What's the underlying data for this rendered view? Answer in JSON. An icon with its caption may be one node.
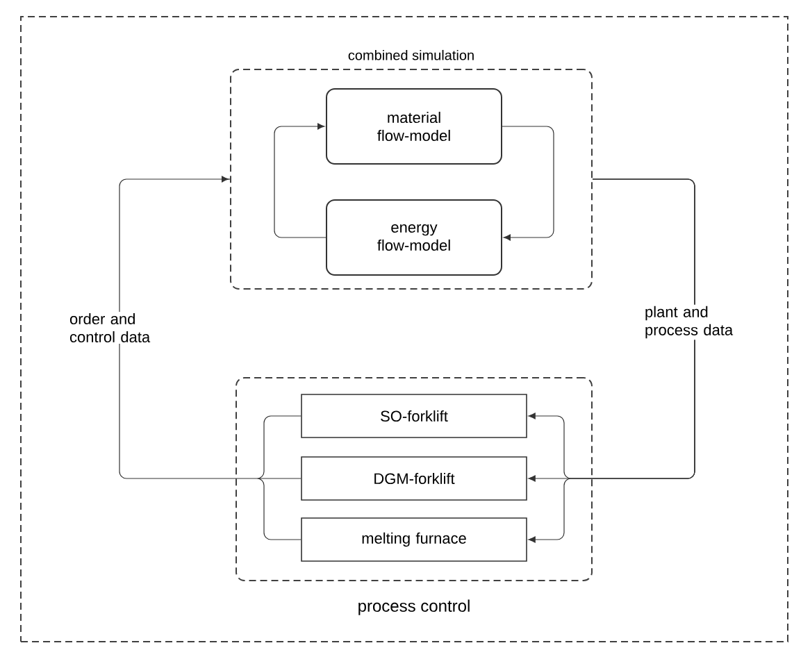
{
  "diagram": {
    "nodes": [
      {
        "text": [],
        "shape": "box"
      },
      {
        "text": [
          "combined simulation"
        ],
        "in": 0
      },
      {
        "text": [
          "material flow-model"
        ],
        "in": 1
      },
      {
        "text": [
          "energy flow-model"
        ],
        "in": 1
      },
      {
        "text": [
          "process control"
        ],
        "in": 0
      },
      {
        "text": [
          "SO-forklift"
        ],
        "in": 4
      },
      {
        "text": [
          "DGM-forklift"
        ],
        "in": 4
      },
      {
        "text": [
          "melting furnace"
        ],
        "in": 4
      }
    ],
    "edges": [
      {
        "from": 2,
        "to": 3,
        "arrow": "to"
      },
      {
        "from": 3,
        "to": 2,
        "arrow": "to"
      },
      {
        "from": 5,
        "to": 1,
        "arrow": "to"
      },
      {
        "from": 6,
        "to": 1,
        "arrow": "to",
        "label": "order and control data"
      },
      {
        "from": 7,
        "to": 1,
        "arrow": "to"
      },
      {
        "from": 1,
        "to": 5,
        "arrow": "to"
      },
      {
        "from": 1,
        "to": 6,
        "arrow": "to",
        "label": "plant and process data"
      },
      {
        "from": 1,
        "to": 7,
        "arrow": "to"
      }
    ]
  }
}
